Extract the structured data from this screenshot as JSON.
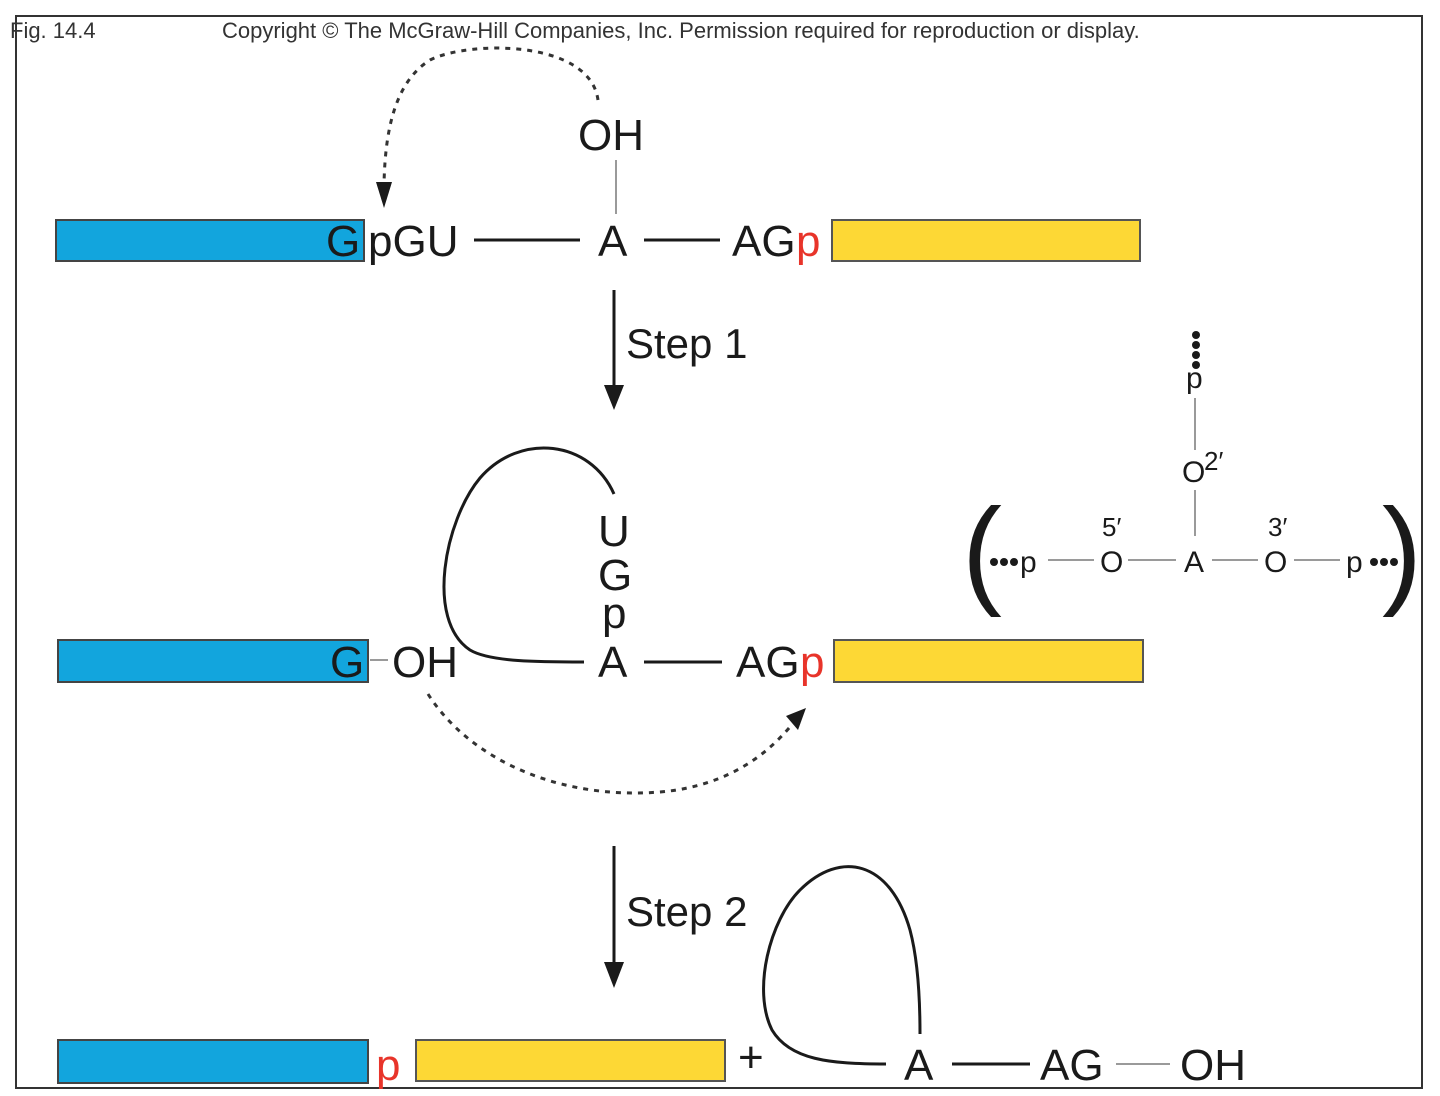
{
  "header": {
    "fig_label": "Fig. 14.4",
    "copyright": "Copyright © The McGraw-Hill Companies, Inc. Permission required for reproduction or display."
  },
  "colors": {
    "exon_5": "#12a5dd",
    "exon_3": "#fdd835",
    "phosphate_red": "#e8342a"
  },
  "row1": {
    "oh": "OH",
    "g": "G",
    "pgu": "pGU",
    "a": "A",
    "ag": "AG",
    "p": "p"
  },
  "step1": {
    "label": "Step 1"
  },
  "row2": {
    "u": "U",
    "g_stack": "G",
    "p_stack": "p",
    "g": "G",
    "oh": "OH",
    "a": "A",
    "ag": "AG",
    "p": "p"
  },
  "inset": {
    "open_paren": "(",
    "close_paren": ")",
    "top_p": "p",
    "o2": "O",
    "o2_prime": "2′",
    "left_p": "p",
    "o5": "O",
    "o5_prime": "5′",
    "a": "A",
    "o3": "O",
    "o3_prime": "3′",
    "right_p": "p"
  },
  "step2": {
    "label": "Step 2"
  },
  "row3": {
    "p": "p",
    "plus": "+",
    "a": "A",
    "ag": "AG",
    "oh": "OH"
  }
}
